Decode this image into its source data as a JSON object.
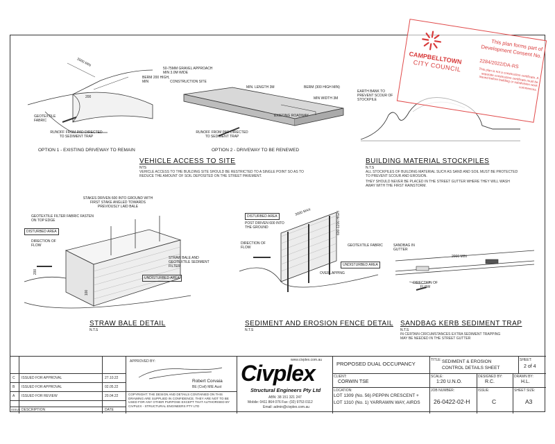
{
  "stamp": {
    "line1": "This plan forms part of",
    "line2": "Development Consent No.",
    "consent_no": "2284/2022/DA-RS",
    "council_top": "CAMPBELLTOWN",
    "council_bottom": "CITY COUNCIL",
    "note": "This plan is not a construction certificate. A separate construction certificate must be issued before building or subdivision work commences."
  },
  "vehicle": {
    "opt1_length": "3000 MIN",
    "opt1_berm": "BERM 200 HIGH, MIN",
    "opt1_200": "200",
    "opt1_geotextile": "GEOTEXTILE FABRIC",
    "opt1_runoff": "RUNOFF FROM PAD DIRECTED TO SEDIMENT TRAP",
    "opt1_caption": "OPTION 1 - EXISTING DRIVEWAY TO REMAIN",
    "opt2_gravel": "50-75MM GRAVEL APPROACH MIN 3.0M WIDE",
    "opt2_site": "CONSTRUCTION SITE",
    "opt2_length": "MIN. LENGTH 3M",
    "opt2_berm": "BERM (300 HIGH MIN)",
    "opt2_width": "MIN WIDTH 3M",
    "opt2_roadway": "EXISTING ROADWAY",
    "opt2_runoff": "RUNOFF FROM PAD DIRECTED TO SEDIMENT TRAP",
    "opt2_caption": "OPTION 2 - DRIVEWAY TO BE RENEWED",
    "title": "VEHICLE ACCESS TO SITE",
    "nts": "NTS",
    "body": "VEHICLE ACCESS TO THE BUILDING SITE SHOULD BE RESTRICTED TO A SINGLE POINT SO AS TO REDUCE THE AMOUNT OF SOIL DEPOSITED ON THE STREET PAVEMENT."
  },
  "stockpile": {
    "earth_bank": "EARTH BANK TO PREVENT SCOUR OF STOCKPILE",
    "title": "BUILDING MATERIAL STOCKPILES",
    "nts": "N.T.S",
    "body1": "ALL STOCKPILES OF BUILDING MATERIAL SUCH AS SAND AND SOIL MUST BE PROTECTED TO PREVENT SCOUR AND EROSION.",
    "body2": "THEY SHOULD NEVER BE PLACED IN THE STREET GUTTER WHERE THEY WILL WASH AWAY WITH THE FIRST RAINSTORM."
  },
  "straw": {
    "stakes": "STAKES DRIVEN 600 INTO GROUND WITH FIRST STAKE ANGLED TOWARDS PREVIOUSLY LAID BALE",
    "geotextile": "GEOTEXTILE FILTER FABRIC FASTEN ON TOP EDGE",
    "disturbed": "DISTURBED AREA",
    "direction": "DIRECTION OF FLOW",
    "bale_filter": "STRAW BALE AND GEOTEXTILE SEDIMENT FILTER",
    "undisturbed": "UNDISTURBED AREA",
    "dim200": "200",
    "dim100": "100",
    "title": "STRAW BALE DETAIL",
    "nts": "N.T.S"
  },
  "fence": {
    "disturbed": "DISTURBED AREA",
    "post": "POST DRIVEN 600 INTO THE GROUND",
    "max3000": "3000 MAX",
    "dim600": "600-1200 HIGH",
    "direction": "DIRECTION OF FLOW",
    "geotextile": "GEOTEXTILE FABRIC",
    "undisturbed": "UNDISTURBED AREA",
    "overlapping": "OVERLAPPING",
    "title": "SEDIMENT AND EROSION FENCE DETAIL",
    "nts": "N.T.S"
  },
  "sandbag": {
    "sandbag": "SANDBAG IN GUTTER",
    "min2000": "2000 MIN",
    "direction": "DIRECTION OF FLOW",
    "title": "SANDBAG KERB SEDIMENT TRAP",
    "nts": "N.T.S",
    "body": "IN CERTAIN CIRCUMSTANCES EXTRA SEDIMENT TRAPPING MAY BE NEEDED IN THE STREET GUTTER"
  },
  "title_block": {
    "revisions": [
      {
        "issue": "C",
        "description": "ISSUED FOR APPROVAL",
        "date": "27.10.22"
      },
      {
        "issue": "B",
        "description": "ISSUED FOR APPROVAL",
        "date": "02.05.22"
      },
      {
        "issue": "A",
        "description": "ISSUED FOR REVIEW",
        "date": "20.04.22"
      }
    ],
    "issue_header": "ISSUE",
    "description_header": "DESCRIPTION",
    "date_header": "DATE",
    "approved_by": "APPROVED BY:",
    "signatory_name": "Robert Corvaia",
    "signatory_quals": "BE (Civil) MIE Aust",
    "copyright": "COPYRIGHT: THE DESIGN AND DETAILS CONTAINED ON THIS DRAWING ARE SUPPLIED IN CONFIDENCE. THEY ARE NOT TO BE USED FOR ANY OTHER PURPOSE EXCEPT THAT AUTHORISED BY CIVPLEX - STRUCTURAL ENGINEERS PTY LTD",
    "website": "www.civplex.com.au",
    "logo_word": "Civplex",
    "logo_tagline": "Structural Engineers Pty Ltd",
    "abn": "ABN: 38 151 321 247",
    "phone": "Mobile: 0411 864 076 Fax: (02) 9753 0112",
    "email": "Email: admin@civplex.com.au",
    "project": "PROPOSED DUAL OCCUPANCY",
    "client_label": "CLIENT:",
    "client": "CORWIN TSE",
    "location_label": "LOCATION:",
    "location1": "LOT 1309 (No. 56) PEPPIN CRESCENT +",
    "location2": "LOT 1310 (No. 1) YARRAWIN WAY, AIRDS",
    "title_label": "TITLE:",
    "title1": "SEDIMENT & EROSION",
    "title2": "CONTROL DETAILS SHEET",
    "sheet_label": "SHEET:",
    "sheet": "2 of 4",
    "scale_label": "SCALE:",
    "scale": "1:20 U.N.O.",
    "designed_label": "DESIGNED BY:",
    "designed": "R.C.",
    "drawn_label": "DRAWN BY:",
    "drawn": "H.L.",
    "job_label": "JOB NUMBER:",
    "job": "26-0422-02-H",
    "issue_label": "ISSUE:",
    "issue": "C",
    "size_label": "SHEET SIZE:",
    "size": "A3"
  }
}
